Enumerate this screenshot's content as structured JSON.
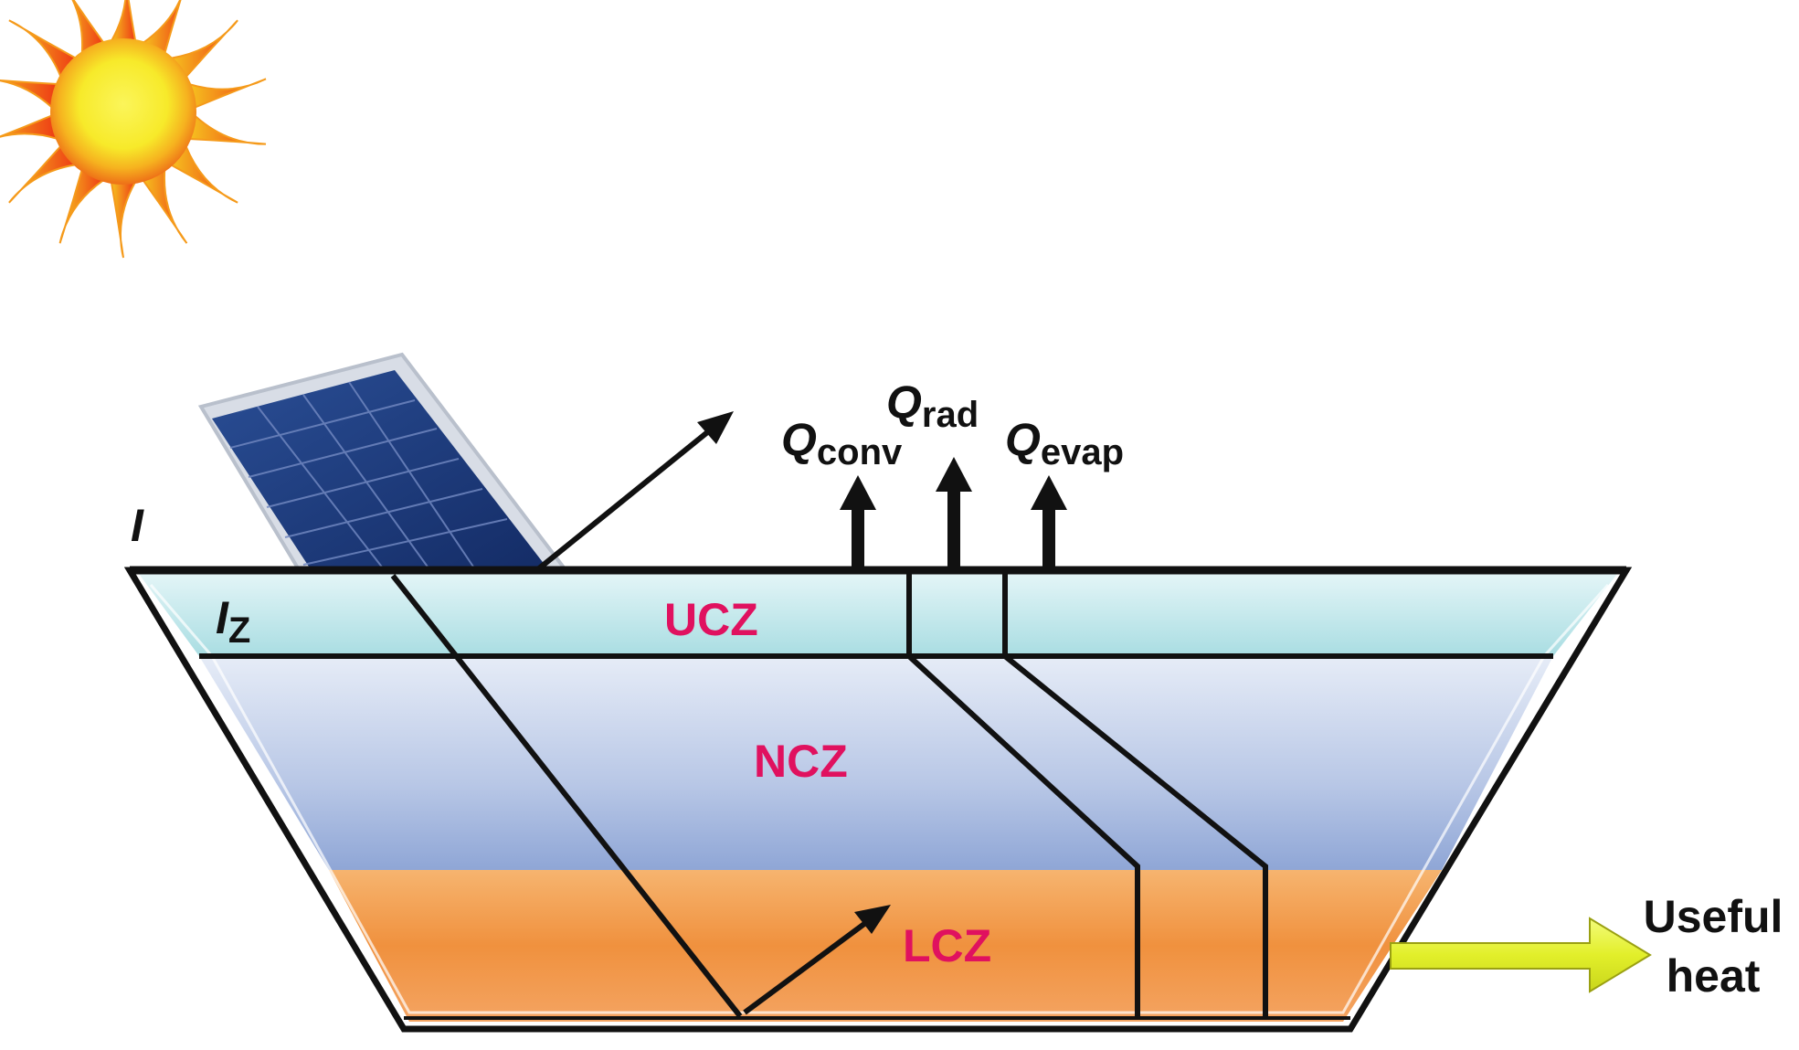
{
  "labels": {
    "incident": "I",
    "incident_depth_main": "I",
    "incident_depth_sub": "Z",
    "q_conv_main": "Q",
    "q_conv_sub": "conv",
    "q_rad_main": "Q",
    "q_rad_sub": "rad",
    "q_evap_main": "Q",
    "q_evap_sub": "evap",
    "zone_upper": "UCZ",
    "zone_middle": "NCZ",
    "zone_lower": "LCZ",
    "useful_heat_line1": "Useful",
    "useful_heat_line2": "heat"
  },
  "icons": {
    "sun": "sun-icon",
    "solar_panel": "solar-panel-icon",
    "output_arrow": "yellow-arrow-icon"
  },
  "colors": {
    "zone_label": "#e0115f",
    "upper_zone": "#bfe6ea",
    "middle_zone": "#b5c5e4",
    "lower_zone": "#f09a50",
    "useful_heat_arrow": "#e6f53c",
    "sun_core": "#f5f03a",
    "sun_rays": "#f37a1e"
  }
}
